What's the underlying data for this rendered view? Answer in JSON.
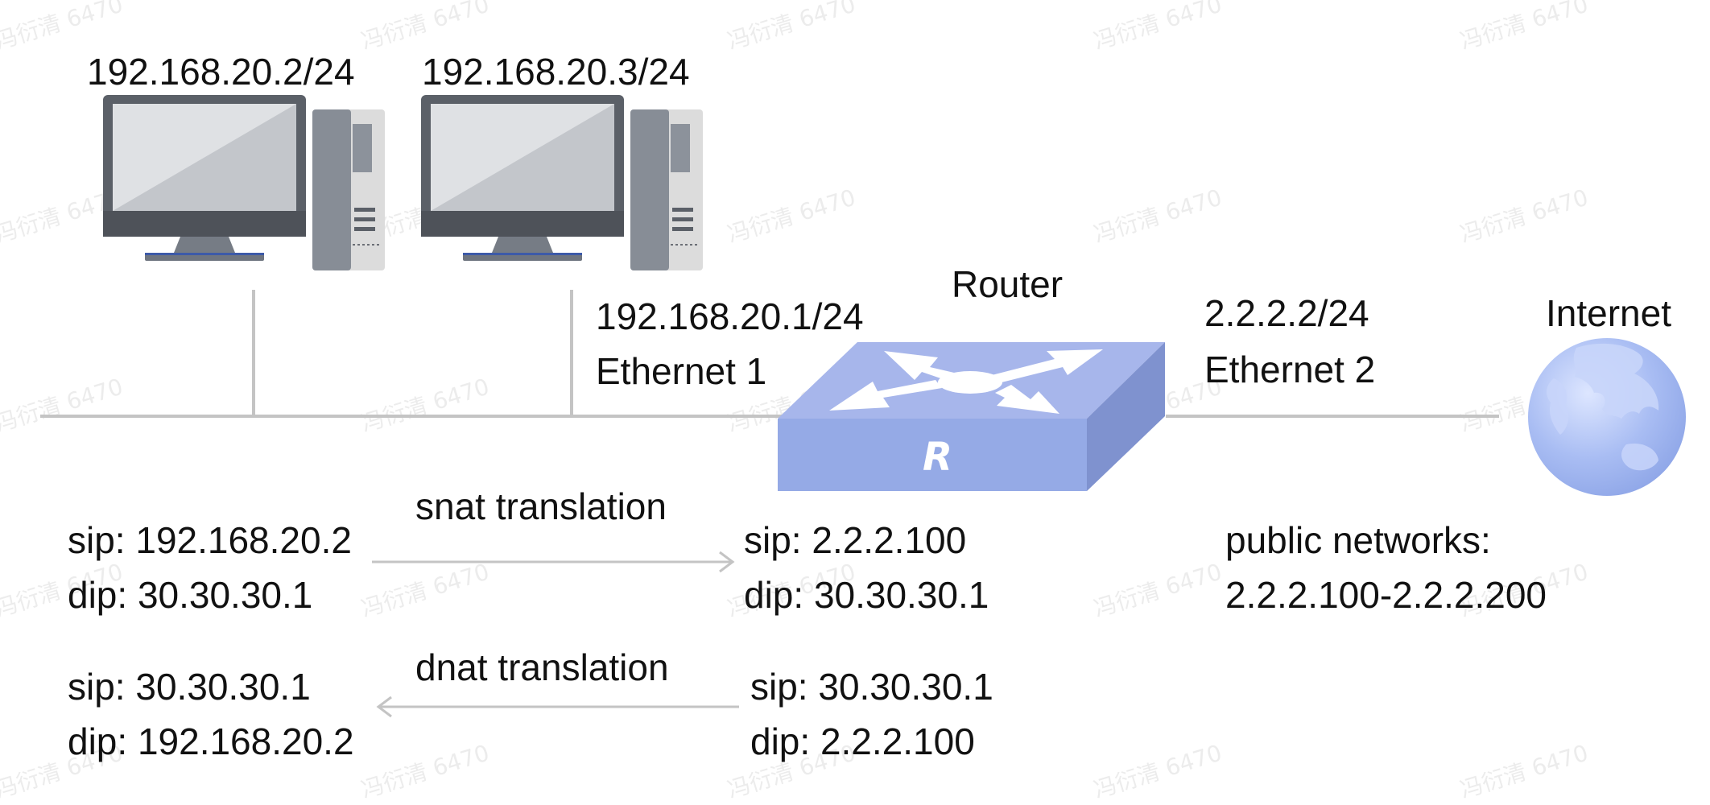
{
  "colors": {
    "line": "#c4c4c4",
    "text": "#111111",
    "router_top": "#a7b6eb",
    "router_front": "#95aae6",
    "router_side": "#7f92cf",
    "globe": "#9fb5f1",
    "monitor_frame": "#5b6068",
    "screen": "#dfe1e4",
    "tower": "#878d96"
  },
  "watermark": "冯衍清 6470",
  "hosts": [
    {
      "ip_label": "192.168.20.2/24",
      "icon": "desktop-computer-icon"
    },
    {
      "ip_label": "192.168.20.3/24",
      "icon": "desktop-computer-icon"
    }
  ],
  "router": {
    "title": "Router",
    "glyph": "R",
    "icon": "router-icon",
    "eth1_ip": "192.168.20.1/24",
    "eth1_name": "Ethernet 1",
    "eth2_ip": "2.2.2.2/24",
    "eth2_name": "Ethernet 2"
  },
  "internet": {
    "label": "Internet",
    "icon": "globe-icon",
    "pool_title": "public networks:",
    "pool_range": "2.2.2.100-2.2.2.200"
  },
  "snat": {
    "label": "snat translation",
    "before_sip": "sip: 192.168.20.2",
    "before_dip": "dip: 30.30.30.1",
    "after_sip": "sip: 2.2.2.100",
    "after_dip": "dip: 30.30.30.1"
  },
  "dnat": {
    "label": "dnat translation",
    "before_sip": "sip: 30.30.30.1",
    "before_dip": "dip: 2.2.2.100",
    "after_sip": "sip: 30.30.30.1",
    "after_dip": "dip: 192.168.20.2"
  }
}
